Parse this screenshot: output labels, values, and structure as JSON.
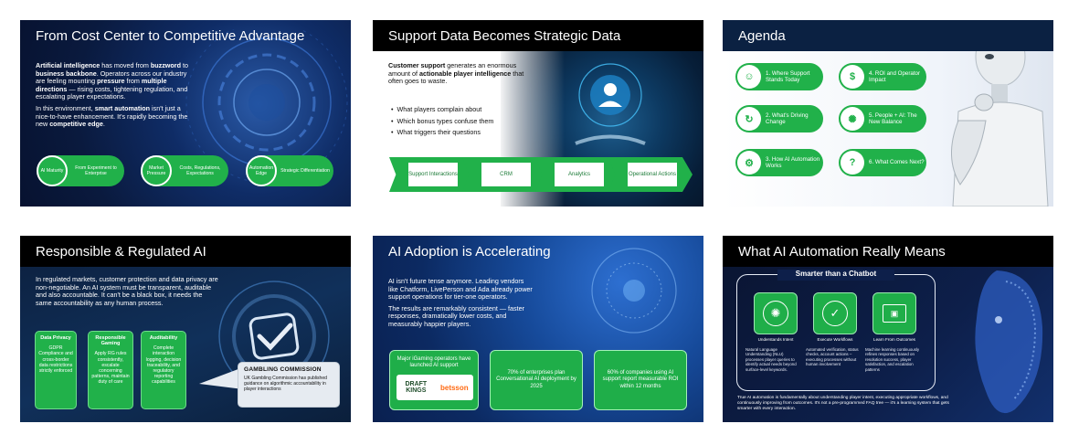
{
  "slide1": {
    "title": "From Cost Center to Competitive Advantage",
    "p1_a": "Artificial intelligence",
    "p1_b": " has moved from ",
    "p1_c": "buzzword",
    "p1_d": " to ",
    "p1_e": "business backbone",
    "p1_f": ". Operators across our industry are feeling mounting ",
    "p1_g": "pressure",
    "p1_h": " from ",
    "p1_i": "multiple directions",
    "p1_j": " — rising costs, tightening regulation, and escalating player expectations.",
    "p2_a": "In this environment, ",
    "p2_b": "smart automation",
    "p2_c": " isn't just a nice-to-have enhancement. It's rapidly becoming the new ",
    "p2_d": "competitive edge",
    "p2_e": ".",
    "pills": [
      {
        "circle": "AI Maturity",
        "text": "From Experiment to Enterprise"
      },
      {
        "circle": "Market Pressure",
        "text": "Costs, Regulations, Expectations"
      },
      {
        "circle": "Automation Edge",
        "text": "Strategic Differentiation"
      }
    ]
  },
  "slide2": {
    "title": "Support Data Becomes Strategic Data",
    "intro_a": "Customer support",
    "intro_b": " generates an enormous amount of ",
    "intro_c": "actionable player intelligence",
    "intro_d": " that often goes to waste.",
    "bullets": [
      "What players complain about",
      "Which bonus types confuse them",
      "What triggers their questions"
    ],
    "steps": [
      "Support Interactions",
      "CRM",
      "Analytics",
      "Operational Actions"
    ]
  },
  "slide3": {
    "title": "Agenda",
    "items": [
      {
        "label": "1. Where Support Stands Today",
        "icon": "person-icon"
      },
      {
        "label": "4. ROI and Operator Impact",
        "icon": "money-icon"
      },
      {
        "label": "2. What's Driving Change",
        "icon": "cycle-icon"
      },
      {
        "label": "5. People + AI: The New Balance",
        "icon": "brain-icon"
      },
      {
        "label": "3. How AI Automation Works",
        "icon": "gear-icon"
      },
      {
        "label": "6. What Comes Next?",
        "icon": "question-icon"
      }
    ]
  },
  "slide4": {
    "title": "Responsible & Regulated AI",
    "p1": "In regulated markets, customer protection and data privacy are non-negotiable. An AI system must be transparent, auditable and also accountable. It can't be a black box, it needs the same accountability as any human process.",
    "cards": [
      {
        "head": "Data Privacy",
        "body": "GDPR Compliance and cross-border data restrictions strictly enforced"
      },
      {
        "head": "Responsible Gaming",
        "body": "Apply RG rules consistently, escalate concerning patterns, maintain duty of care"
      },
      {
        "head": "Auditability",
        "body": "Complete interaction logging, decision traceability, and regulatory reporting capabilities"
      }
    ],
    "callout_head": "GAMBLING COMMISSION",
    "callout_body": "UK Gambling Commission has published guidance on algorithmic accountability in player interactions"
  },
  "slide5": {
    "title": "AI Adoption is Accelerating",
    "p1": "AI isn't future tense anymore. Leading vendors like Chatform, LivePerson and Ada already power support operations for tier-one operators.",
    "p2": "The results are remarkably consistent — faster responses, dramatically lower costs, and measurably happier players.",
    "stats": [
      "Major iGaming operators have launched AI support",
      "70% of enterprises plan Conversational AI deployment by 2025",
      "60% of companies using AI support report measurable ROI within 12 months"
    ],
    "logo1": "DRAFT KINGS",
    "logo2": "betsson"
  },
  "slide6": {
    "title": "What AI Automation Really Means",
    "banner": "Smarter than a Chatbot",
    "features": [
      {
        "label": "Understands Intent",
        "desc": "Natural Language Understanding (NLU) processes player queries to identify actual needs beyond surface-level keywords."
      },
      {
        "label": "Execute Workflows",
        "desc": "Automated verification, status checks, account actions – executing processes without human involvement"
      },
      {
        "label": "Learn From Outcomes",
        "desc": "Machine learning continuously refines responses based on resolution success, player satisfaction, and escalation patterns"
      }
    ],
    "footer": "True AI automation is fundamentally about understanding player intent, executing appropriate workflows, and continuously improving from outcomes. It's not a pre-programmed FAQ tree — it's a learning system that gets smarter with every interaction."
  },
  "colors": {
    "accent_green": "#21b14a",
    "navy": "#0b2142"
  }
}
